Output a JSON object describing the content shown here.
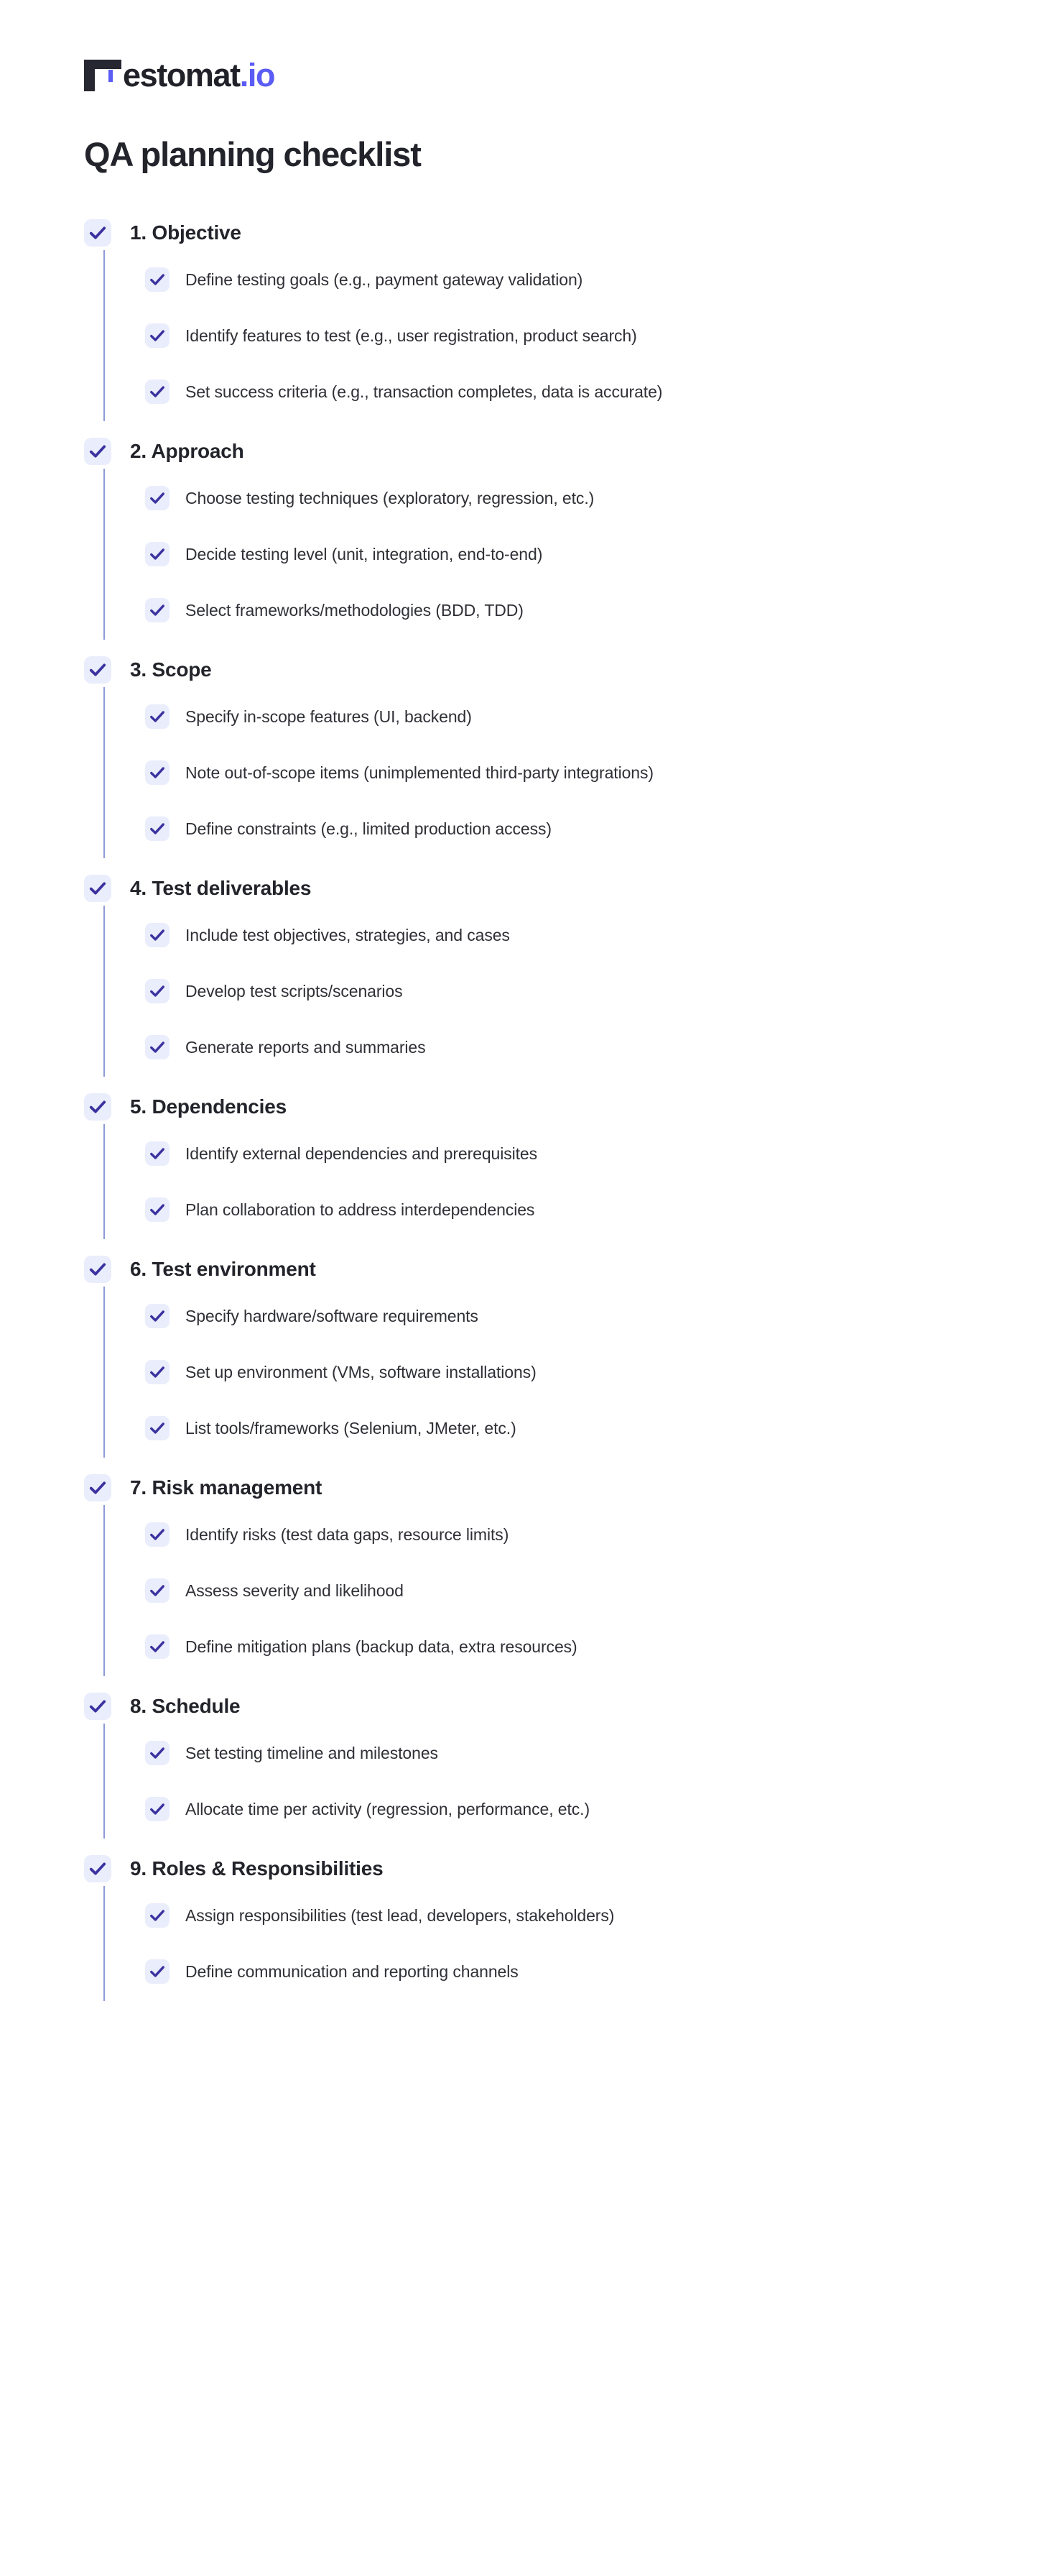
{
  "brand": {
    "name_dark": "estomat",
    "name_accent": ".io",
    "logo_mark_icon": "testomat-t-logomark",
    "accent_color": "#5b5bf5"
  },
  "title": "QA planning checklist",
  "theme": {
    "checkbox_bg": "#eaedfb",
    "checkbox_tick": "#3b32a0",
    "connector_line": "#8f9bd8",
    "text_color": "#23242b",
    "background": "#ffffff"
  },
  "checklist": {
    "sections": [
      {
        "number": "1.",
        "title": "1.  Objective",
        "checked": true,
        "items": [
          {
            "label": "Define testing goals (e.g., payment gateway validation)",
            "checked": true
          },
          {
            "label": "Identify features to test (e.g., user registration, product search)",
            "checked": true
          },
          {
            "label": "Set success criteria (e.g., transaction completes, data is accurate)",
            "checked": true
          }
        ]
      },
      {
        "number": "2.",
        "title": "2.  Approach",
        "checked": true,
        "items": [
          {
            "label": "Choose testing techniques (exploratory, regression, etc.)",
            "checked": true
          },
          {
            "label": "Decide testing level (unit, integration, end-to-end)",
            "checked": true
          },
          {
            "label": "Select frameworks/methodologies (BDD, TDD)",
            "checked": true
          }
        ]
      },
      {
        "number": "3.",
        "title": "3.  Scope",
        "checked": true,
        "items": [
          {
            "label": "Specify in-scope features (UI, backend)",
            "checked": true
          },
          {
            "label": "Note out-of-scope items (unimplemented third-party integrations)",
            "checked": true
          },
          {
            "label": "Define constraints (e.g., limited production access)",
            "checked": true
          }
        ]
      },
      {
        "number": "4.",
        "title": "4.  Test deliverables",
        "checked": true,
        "items": [
          {
            "label": "Include test objectives, strategies, and cases",
            "checked": true
          },
          {
            "label": "Develop test scripts/scenarios",
            "checked": true
          },
          {
            "label": "Generate reports and summaries",
            "checked": true
          }
        ]
      },
      {
        "number": "5.",
        "title": "5.  Dependencies",
        "checked": true,
        "items": [
          {
            "label": "Identify external dependencies and prerequisites",
            "checked": true
          },
          {
            "label": "Plan collaboration to address interdependencies",
            "checked": true
          }
        ]
      },
      {
        "number": "6.",
        "title": "6.  Test environment",
        "checked": true,
        "items": [
          {
            "label": "Specify hardware/software requirements",
            "checked": true
          },
          {
            "label": "Set up environment (VMs, software installations)",
            "checked": true
          },
          {
            "label": "List tools/frameworks (Selenium, JMeter, etc.)",
            "checked": true
          }
        ]
      },
      {
        "number": "7.",
        "title": "7.  Risk management",
        "checked": true,
        "items": [
          {
            "label": "Identify risks (test data gaps, resource limits)",
            "checked": true
          },
          {
            "label": "Assess severity and likelihood",
            "checked": true
          },
          {
            "label": "Define mitigation plans (backup data, extra resources)",
            "checked": true
          }
        ]
      },
      {
        "number": "8.",
        "title": "8.  Schedule",
        "checked": true,
        "items": [
          {
            "label": "Set testing timeline and milestones",
            "checked": true
          },
          {
            "label": "Allocate time per activity (regression, performance, etc.)",
            "checked": true
          }
        ]
      },
      {
        "number": "9.",
        "title": "9.  Roles & Responsibilities",
        "checked": true,
        "items": [
          {
            "label": "Assign responsibilities (test lead, developers, stakeholders)",
            "checked": true
          },
          {
            "label": "Define communication and reporting channels",
            "checked": true
          }
        ]
      }
    ]
  }
}
